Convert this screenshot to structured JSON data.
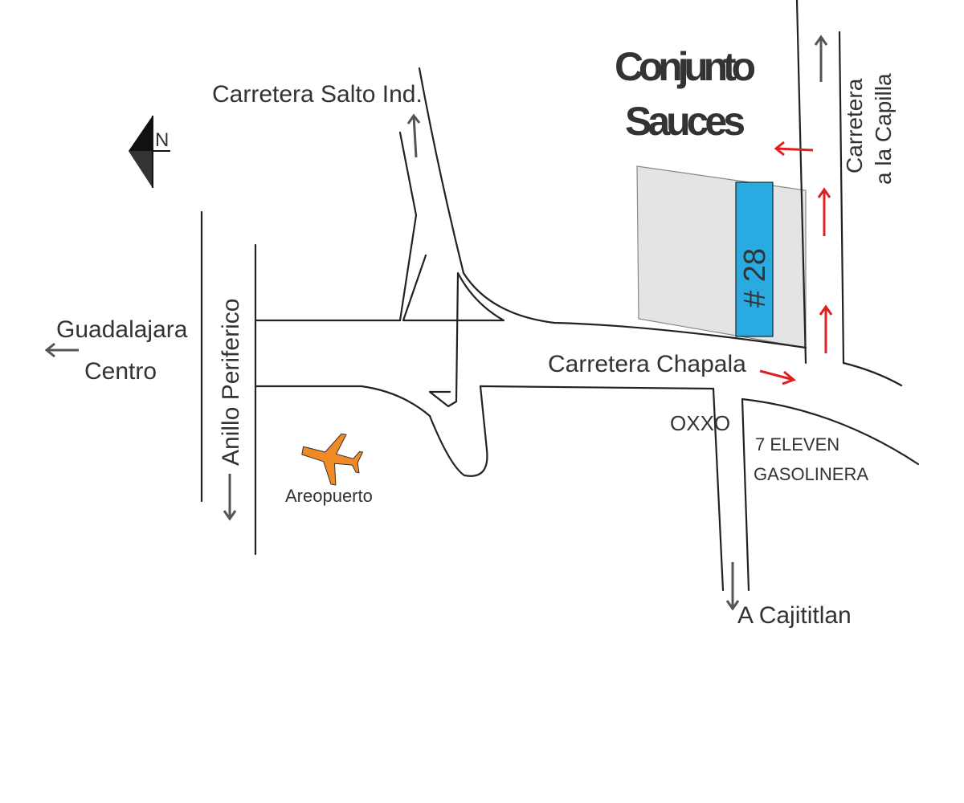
{
  "title": {
    "line1": "Conjunto",
    "line2": "Sauces"
  },
  "compass": {
    "letter": "N",
    "icon": "north-arrow-icon"
  },
  "roads": {
    "salto": "Carretera  Salto Ind.",
    "capilla_line1": "Carretera",
    "capilla_line2": "a la Capilla",
    "periferico": "Anillo Periferico",
    "chapala": "Carretera  Chapala",
    "guadalajara_line1": "Guadalajara",
    "guadalajara_line2": "Centro",
    "cajititlan": "A Cajititlan"
  },
  "places": {
    "lot_number": "# 28",
    "airport": "Areopuerto",
    "oxxo": "OXXO",
    "seven_eleven": "7 ELEVEN",
    "gasolinera": "GASOLINERA"
  },
  "colors": {
    "road": "#222222",
    "arrow_gray": "#555555",
    "arrow_red": "#e02020",
    "lot_fill": "#e2e4e6",
    "lot_number_fill": "#29abe2",
    "oxxo": "#e0303a",
    "seven_eleven": "#e0303a",
    "gasolinera": "#1f9d55",
    "airport_icon": "#f08a24"
  }
}
